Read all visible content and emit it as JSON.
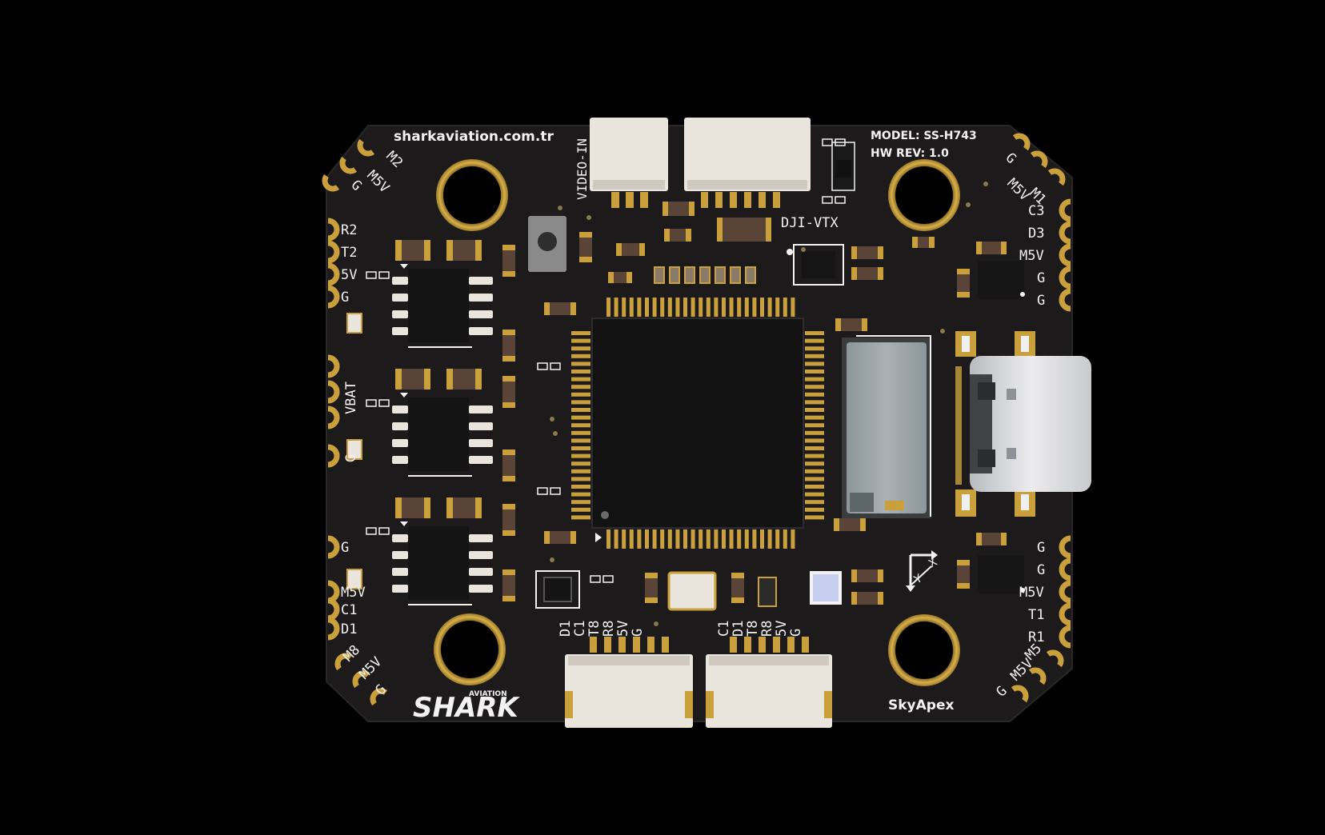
{
  "board": {
    "website": "sharkaviation.com.tr",
    "model_label": "MODEL: SS-H743",
    "hw_rev_label": "HW REV: 1.0",
    "product_name": "SkyApex",
    "logo_text": "SHARK",
    "logo_subtext": "AVIATION",
    "connector_labels": {
      "video_in": "VIDEO-IN",
      "dji_vtx": "DJI-VTX"
    },
    "corner_pads": {
      "top_left": [
        "M2",
        "M5V",
        "G"
      ],
      "top_right": [
        "G",
        "M5V",
        "M1"
      ],
      "bottom_left": [
        "M8",
        "M5V",
        "G"
      ],
      "bottom_right": [
        "G",
        "M5V",
        "M5"
      ]
    },
    "left_pads_top": [
      "R2",
      "T2",
      "5V",
      "G"
    ],
    "left_pads_mid": [
      "VBAT",
      "G"
    ],
    "left_pads_bottom": [
      "G",
      "M5V",
      "C1",
      "D1"
    ],
    "right_pads_top": [
      "C3",
      "D3",
      "M5V",
      "G",
      "G"
    ],
    "right_pads_bottom": [
      "G",
      "G",
      "M5V",
      "T1",
      "R1"
    ],
    "bottom_connector_left": [
      "D1",
      "C1",
      "T8",
      "R8",
      "5V",
      "G"
    ],
    "bottom_connector_right": [
      "C1",
      "D1",
      "T8",
      "R8",
      "5V",
      "G"
    ],
    "imu_axes": [
      "X",
      "Y"
    ],
    "colors": {
      "background": "#000000",
      "pcb": "#1c1a1a",
      "gold": "#c9a03c",
      "silkscreen": "#f2f2f2",
      "connector": "#e9e4dc",
      "usb": "#d9d9dc"
    }
  }
}
